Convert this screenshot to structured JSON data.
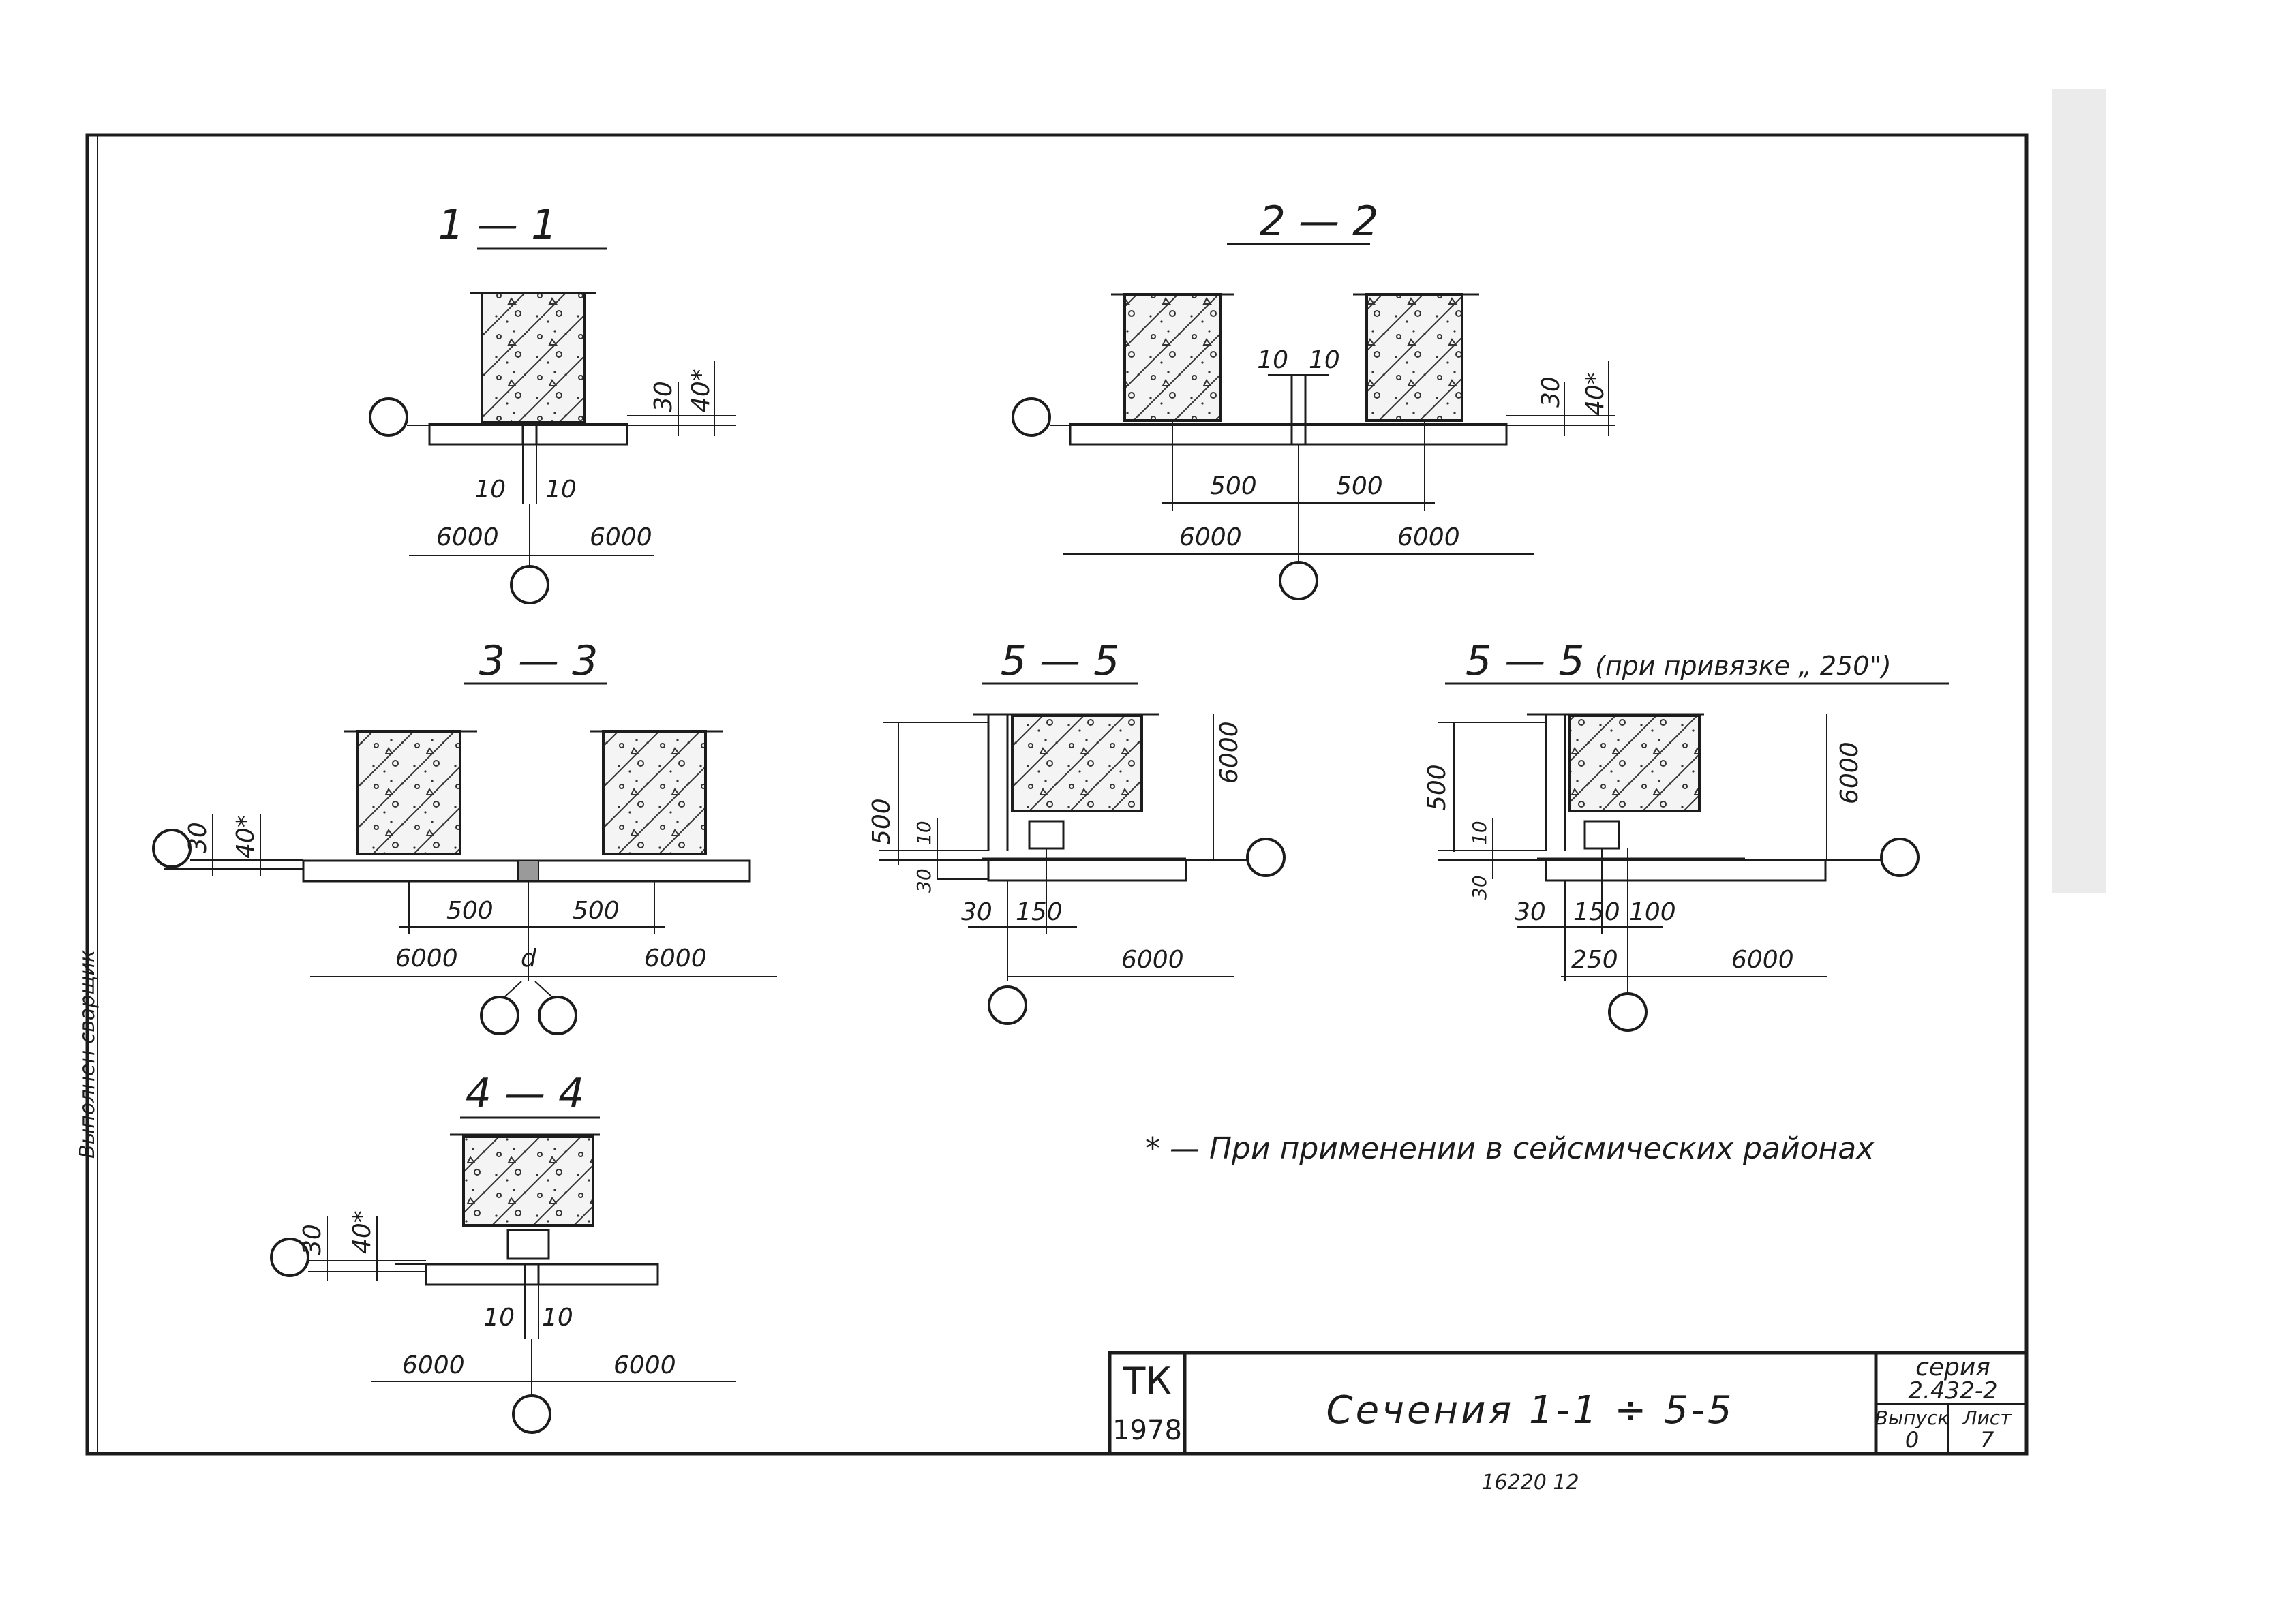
{
  "sections": {
    "s11": {
      "title": "1 — 1",
      "dims": [
        "30",
        "40*",
        "10",
        "10",
        "6000",
        "6000"
      ]
    },
    "s22": {
      "title": "2 — 2",
      "dims": [
        "10",
        "10",
        "30",
        "40*",
        "500",
        "500",
        "6000",
        "6000"
      ]
    },
    "s33": {
      "title": "3 — 3",
      "dims": [
        "30",
        "40*",
        "500",
        "500",
        "6000",
        "d",
        "6000"
      ]
    },
    "s44": {
      "title": "4 — 4",
      "dims": [
        "30",
        "40*",
        "10",
        "10",
        "6000",
        "6000"
      ]
    },
    "s55": {
      "title": "5 — 5",
      "dims": [
        "500",
        "6000",
        "10",
        "30",
        "30",
        "150",
        "6000"
      ]
    },
    "s55b": {
      "title": "5 — 5",
      "subtitle": "(при привязке „ 250\")",
      "dims": [
        "500",
        "6000",
        "10",
        "30",
        "30",
        "150",
        "100",
        "250",
        "6000"
      ]
    }
  },
  "note": "* — При применении в сейсмических районах",
  "margin_text": "Выполнен сварщик",
  "title_block": {
    "org": "ТК",
    "year": "1978",
    "title": "Сечения 1-1 ÷ 5-5",
    "series_label": "серия",
    "series_value": "2.432-2",
    "issue_label": "Выпуск",
    "issue_value": "0",
    "sheet_label": "Лист",
    "sheet_value": "7",
    "doc_number": "16220 12"
  }
}
